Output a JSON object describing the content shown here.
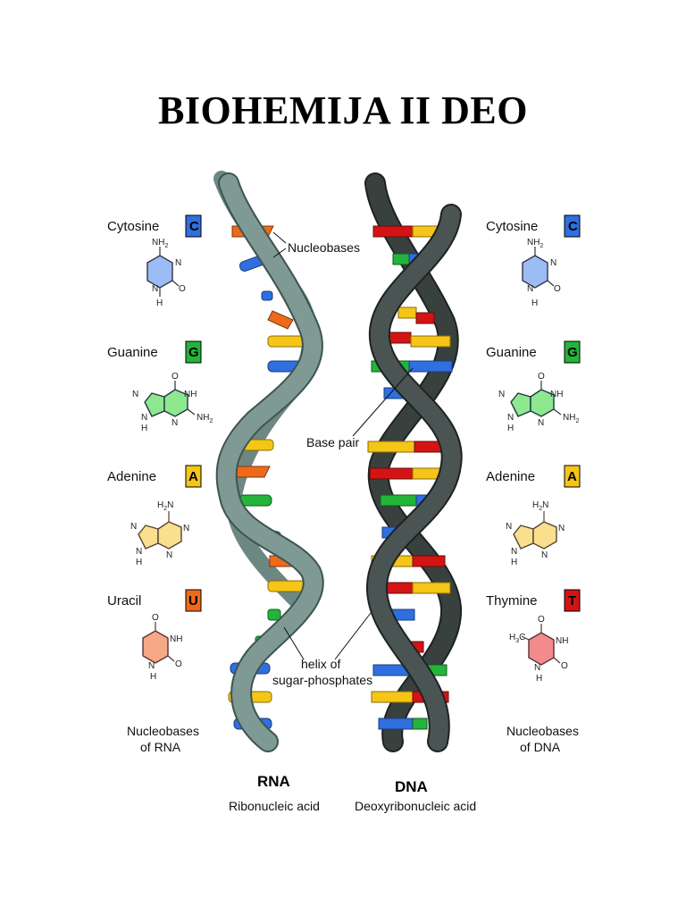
{
  "title": "BIOHEMIJA II DEO",
  "colors": {
    "cytosine": "#2f6fe0",
    "guanine": "#22b53a",
    "adenine": "#f5c518",
    "uracil": "#ee6a1a",
    "thymine": "#d41414",
    "rna_backbone": "#7f9a94",
    "dna_backbone": "#39413f"
  },
  "left_column": {
    "bases": [
      {
        "name": "Cytosine",
        "letter": "C",
        "icon": "cytosine-structure-icon"
      },
      {
        "name": "Guanine",
        "letter": "G",
        "icon": "guanine-structure-icon"
      },
      {
        "name": "Adenine",
        "letter": "A",
        "icon": "adenine-structure-icon"
      },
      {
        "name": "Uracil",
        "letter": "U",
        "icon": "uracil-structure-icon"
      }
    ],
    "caption_line1": "Nucleobases",
    "caption_line2": "of RNA"
  },
  "right_column": {
    "bases": [
      {
        "name": "Cytosine",
        "letter": "C",
        "icon": "cytosine-structure-icon"
      },
      {
        "name": "Guanine",
        "letter": "G",
        "icon": "guanine-structure-icon"
      },
      {
        "name": "Adenine",
        "letter": "A",
        "icon": "adenine-structure-icon"
      },
      {
        "name": "Thymine",
        "letter": "T",
        "icon": "thymine-structure-icon"
      }
    ],
    "caption_line1": "Nucleobases",
    "caption_line2": "of DNA"
  },
  "atoms": {
    "nh2": "NH",
    "sub2": "2",
    "n": "N",
    "h": "H",
    "o": "O",
    "nh": "NH",
    "h3c": "H",
    "h3c_c": "C",
    "sub3": "3"
  },
  "callouts": {
    "nucleobases": "Nucleobases",
    "base_pair": "Base pair",
    "helix_line1": "helix of",
    "helix_line2": "sugar-phosphates"
  },
  "rna": {
    "title": "RNA",
    "subtitle": "Ribonucleic acid"
  },
  "dna": {
    "title": "DNA",
    "subtitle": "Deoxyribonucleic acid"
  }
}
